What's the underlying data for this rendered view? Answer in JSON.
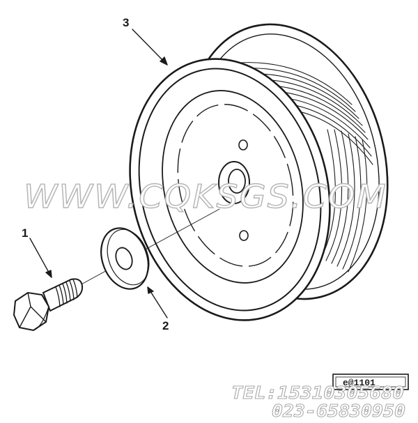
{
  "callouts": {
    "bolt": "1",
    "washer": "2",
    "pulley": "3"
  },
  "watermark": "WWW.CQKSGS.COM",
  "contact": {
    "phone": "TEL:15310305680",
    "landline": "023-65830950"
  },
  "reference_code": "e@1101",
  "colors": {
    "ink": "#1a1a1a",
    "paper": "#ffffff",
    "watermark_outline": "#b5b5b5"
  }
}
